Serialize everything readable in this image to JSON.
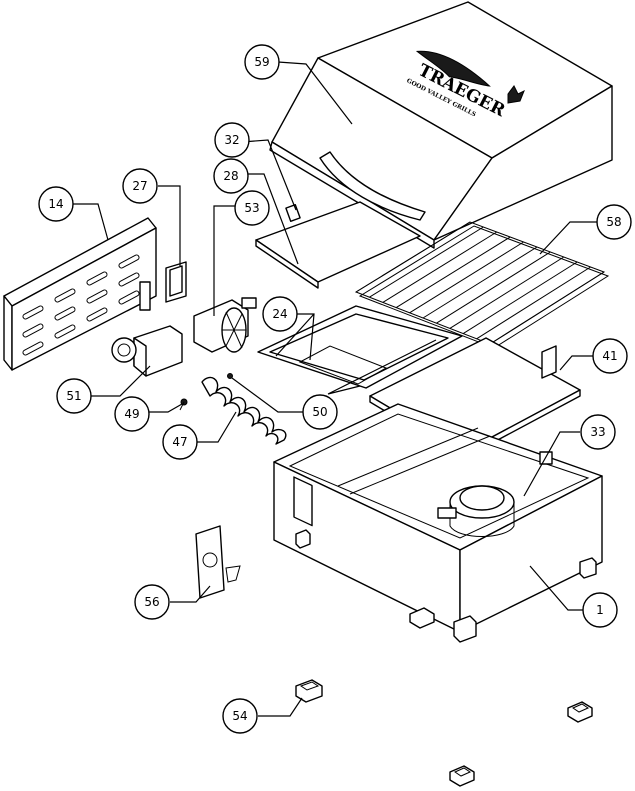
{
  "brand": {
    "name": "TRAEGER",
    "tagline": "GOOD VALLEY GRILLS"
  },
  "callouts": [
    {
      "id": "59",
      "part": "lid"
    },
    {
      "id": "32",
      "part": "lid-handle-bracket"
    },
    {
      "id": "28",
      "part": "heat-baffle"
    },
    {
      "id": "27",
      "part": "hopper-bracket"
    },
    {
      "id": "53",
      "part": "fan"
    },
    {
      "id": "14",
      "part": "side-panel"
    },
    {
      "id": "58",
      "part": "grill-grate"
    },
    {
      "id": "24",
      "part": "fire-pot-tray"
    },
    {
      "id": "41",
      "part": "drip-tray"
    },
    {
      "id": "51",
      "part": "auger-motor"
    },
    {
      "id": "49",
      "part": "screw"
    },
    {
      "id": "50",
      "part": "pin"
    },
    {
      "id": "47",
      "part": "auger"
    },
    {
      "id": "33",
      "part": "fire-pot"
    },
    {
      "id": "56",
      "part": "controller"
    },
    {
      "id": "1",
      "part": "grill-body"
    },
    {
      "id": "54",
      "part": "foot"
    }
  ]
}
